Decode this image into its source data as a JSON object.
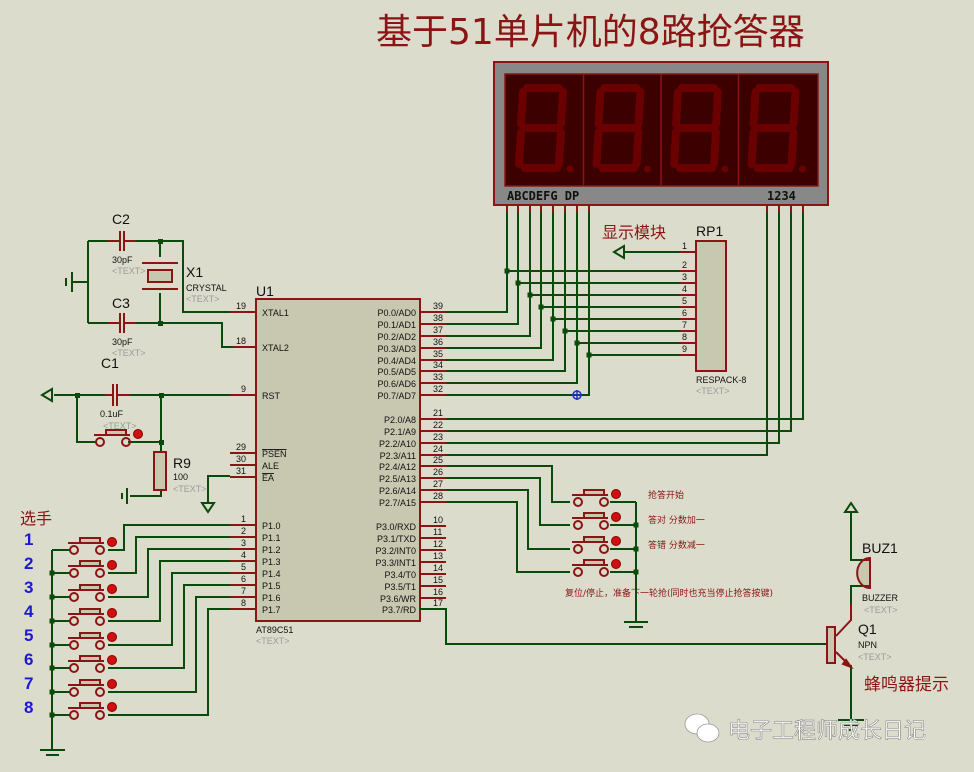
{
  "title": "基于51单片机的8路抢答器",
  "display": {
    "segment_label": "ABCDEFG DP",
    "digit_label": "1234",
    "digits": 4,
    "section_label": "显示模块",
    "colors": {
      "frame": "#888888",
      "panel": "#3c0000",
      "segment": "#6a0000"
    }
  },
  "mcu": {
    "ref": "U1",
    "part": "AT89C51",
    "text": "<TEXT>",
    "left_pins": [
      {
        "num": "19",
        "name": "XTAL1"
      },
      {
        "num": "18",
        "name": "XTAL2"
      },
      {
        "num": "9",
        "name": "RST"
      },
      {
        "num": "29",
        "name": "PSEN"
      },
      {
        "num": "30",
        "name": "ALE"
      },
      {
        "num": "31",
        "name": "EA"
      },
      {
        "num": "1",
        "name": "P1.0"
      },
      {
        "num": "2",
        "name": "P1.1"
      },
      {
        "num": "3",
        "name": "P1.2"
      },
      {
        "num": "4",
        "name": "P1.3"
      },
      {
        "num": "5",
        "name": "P1.4"
      },
      {
        "num": "6",
        "name": "P1.5"
      },
      {
        "num": "7",
        "name": "P1.6"
      },
      {
        "num": "8",
        "name": "P1.7"
      }
    ],
    "right_pins": [
      {
        "num": "39",
        "name": "P0.0/AD0"
      },
      {
        "num": "38",
        "name": "P0.1/AD1"
      },
      {
        "num": "37",
        "name": "P0.2/AD2"
      },
      {
        "num": "36",
        "name": "P0.3/AD3"
      },
      {
        "num": "35",
        "name": "P0.4/AD4"
      },
      {
        "num": "34",
        "name": "P0.5/AD5"
      },
      {
        "num": "33",
        "name": "P0.6/AD6"
      },
      {
        "num": "32",
        "name": "P0.7/AD7"
      },
      {
        "num": "21",
        "name": "P2.0/A8"
      },
      {
        "num": "22",
        "name": "P2.1/A9"
      },
      {
        "num": "23",
        "name": "P2.2/A10"
      },
      {
        "num": "24",
        "name": "P2.3/A11"
      },
      {
        "num": "25",
        "name": "P2.4/A12"
      },
      {
        "num": "26",
        "name": "P2.5/A13"
      },
      {
        "num": "27",
        "name": "P2.6/A14"
      },
      {
        "num": "28",
        "name": "P2.7/A15"
      },
      {
        "num": "10",
        "name": "P3.0/RXD"
      },
      {
        "num": "11",
        "name": "P3.1/TXD"
      },
      {
        "num": "12",
        "name": "P3.2/INT0"
      },
      {
        "num": "13",
        "name": "P3.3/INT1"
      },
      {
        "num": "14",
        "name": "P3.4/T0"
      },
      {
        "num": "15",
        "name": "P3.5/T1"
      },
      {
        "num": "16",
        "name": "P3.6/WR"
      },
      {
        "num": "17",
        "name": "P3.7/RD"
      }
    ]
  },
  "components": {
    "c2": {
      "ref": "C2",
      "value": "30pF",
      "text": "<TEXT>"
    },
    "c3": {
      "ref": "C3",
      "value": "30pF",
      "text": "<TEXT>"
    },
    "c1": {
      "ref": "C1",
      "value": "0.1uF",
      "text": "<TEXT>"
    },
    "x1": {
      "ref": "X1",
      "value": "CRYSTAL",
      "text": "<TEXT>"
    },
    "r9": {
      "ref": "R9",
      "value": "100",
      "text": "<TEXT>"
    },
    "rp1": {
      "ref": "RP1",
      "value": "RESPACK-8",
      "text": "<TEXT>",
      "pins": [
        "1",
        "2",
        "3",
        "4",
        "5",
        "6",
        "7",
        "8",
        "9"
      ]
    },
    "buz1": {
      "ref": "BUZ1",
      "value": "BUZZER",
      "text": "<TEXT>"
    },
    "q1": {
      "ref": "Q1",
      "value": "NPN",
      "text": "<TEXT>"
    }
  },
  "players": {
    "label": "选手",
    "numbers": [
      "1",
      "2",
      "3",
      "4",
      "5",
      "6",
      "7",
      "8"
    ]
  },
  "control_buttons": [
    "抢答开始",
    "答对 分数加一",
    "答错 分数减一"
  ],
  "reset_note": "复位/停止，准备下一轮抢(同时也充当停止抢答按键)",
  "buzzer_label": "蜂鸣器提示",
  "watermark": "电子工程师成长日记"
}
